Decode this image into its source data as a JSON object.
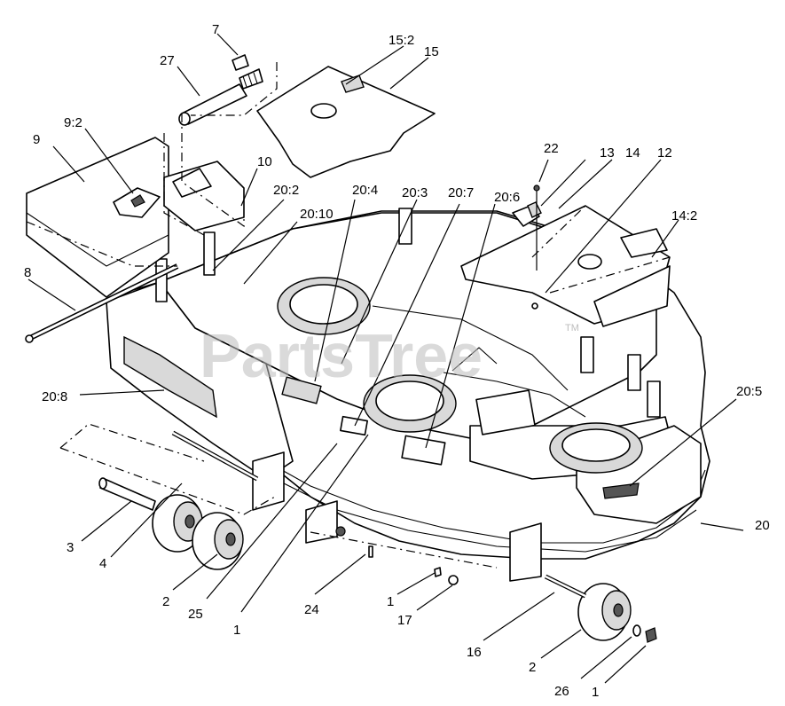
{
  "watermark": {
    "text": "PartsTree",
    "tm": "TM"
  },
  "callouts": [
    "7",
    "27",
    "15:2",
    "15",
    "9:2",
    "9",
    "10",
    "20:2",
    "20:10",
    "20:4",
    "20:3",
    "20:7",
    "20:6",
    "22",
    "13",
    "14",
    "12",
    "14:2",
    "8",
    "20:8",
    "20:5",
    "20",
    "3",
    "4",
    "2",
    "25",
    "1",
    "24",
    "1",
    "17",
    "16",
    "2",
    "26",
    "1"
  ]
}
